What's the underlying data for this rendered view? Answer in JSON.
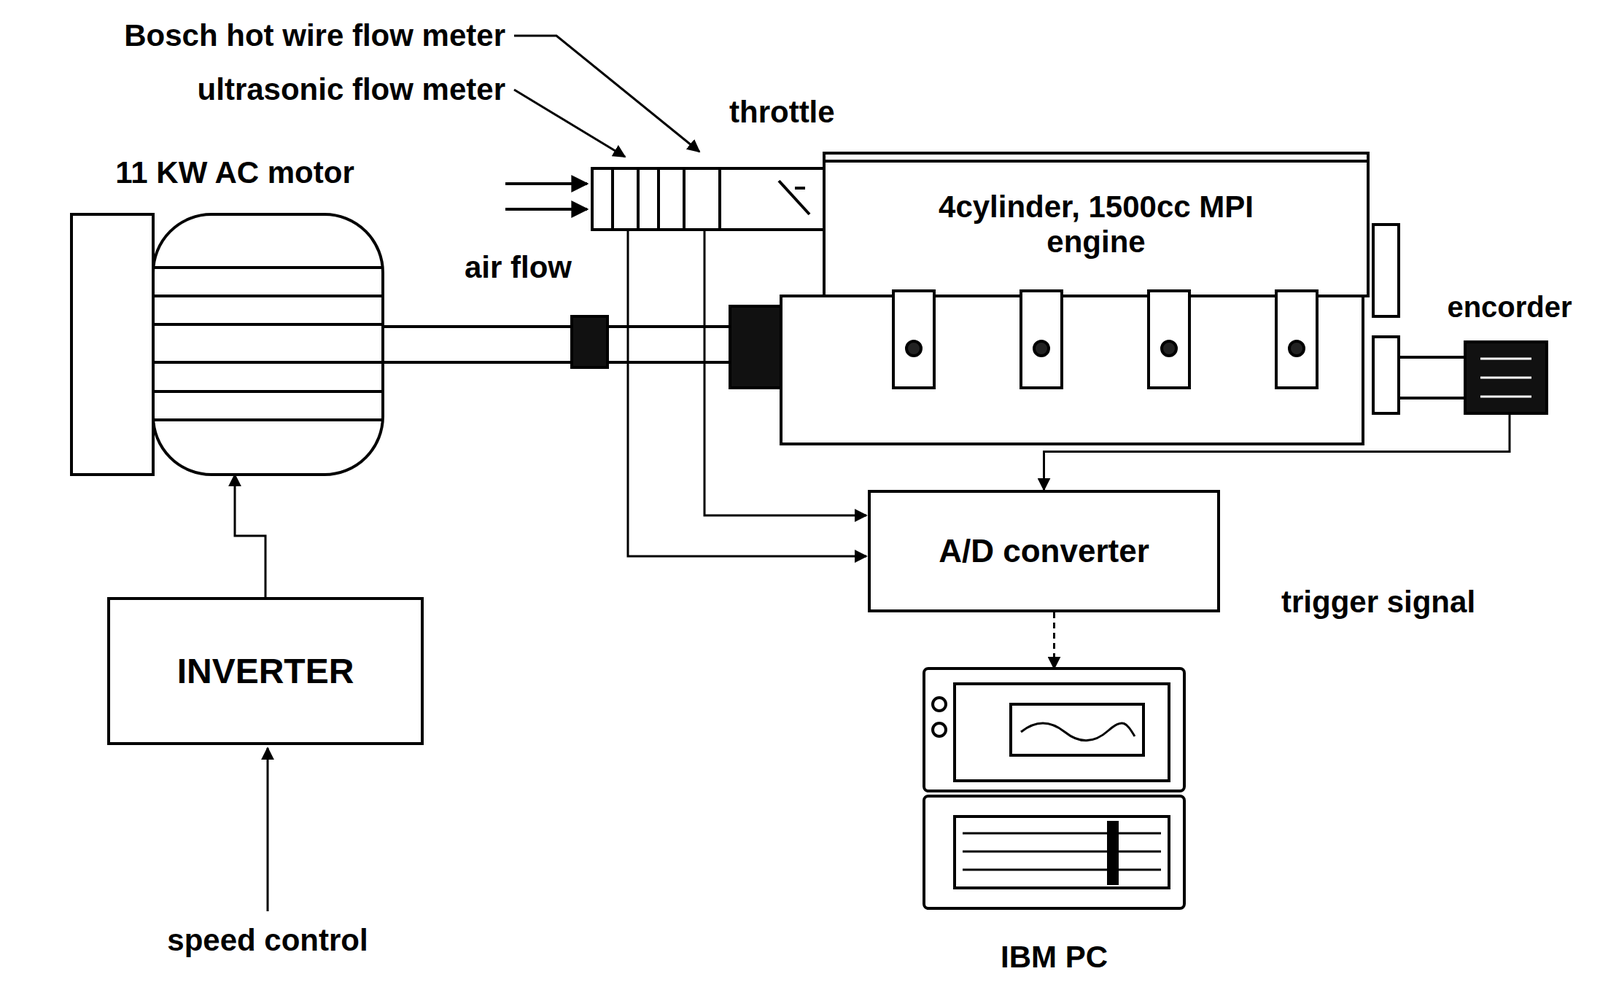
{
  "diagram": {
    "nodes": [
      {
        "text": [
          "11 KW AC motor"
        ]
      },
      {
        "text": [
          "4cylinder, 1500cc MPI engine"
        ]
      },
      {
        "text": [
          "encorder"
        ]
      },
      {
        "text": [
          "A/D converter"
        ]
      },
      {
        "text": [
          "IBM PC"
        ]
      },
      {
        "text": [
          "INVERTER"
        ]
      }
    ],
    "edges": [
      {
        "from": 5,
        "to": 0,
        "arrow": "to"
      },
      {
        "from": 2,
        "to": 3,
        "arrow": "to",
        "label": "trigger signal"
      },
      {
        "from": 3,
        "to": 4,
        "arrow": "to"
      }
    ],
    "labels": [
      "Bosch hot wire flow meter",
      "ultrasonic flow meter",
      "throttle",
      "air flow",
      "speed control"
    ]
  }
}
